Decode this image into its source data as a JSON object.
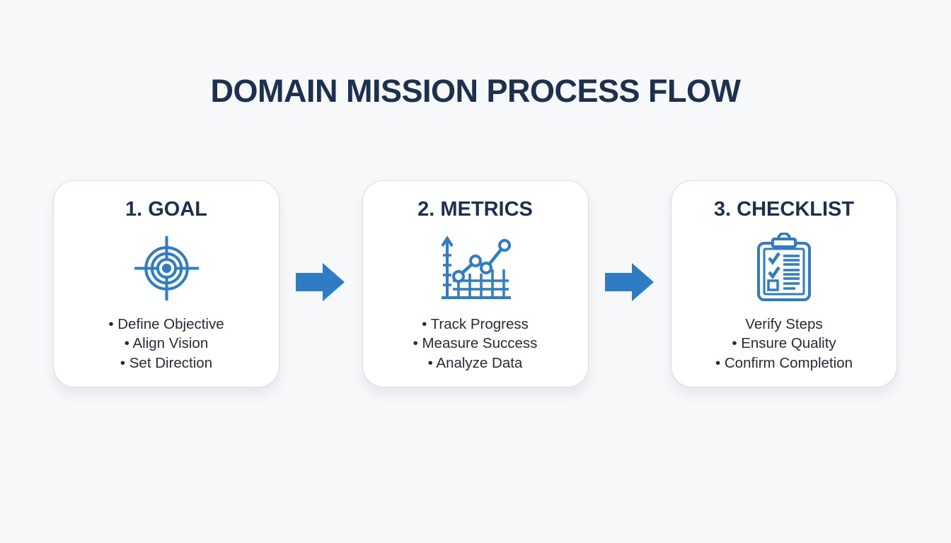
{
  "title": "DOMAIN MISSION PROCESS FLOW",
  "colors": {
    "background": "#f7f8fa",
    "card_background": "#ffffff",
    "card_border": "#d9dde3",
    "heading_navy": "#1c3050",
    "body_text": "#232c38",
    "accent_blue": "#2e7dc4"
  },
  "steps": [
    {
      "heading": "1. GOAL",
      "icon": "target-icon",
      "items": [
        "• Define Objective",
        "• Align Vision",
        "• Set Direction"
      ]
    },
    {
      "heading": "2. METRICS",
      "icon": "line-chart-icon",
      "items": [
        "• Track Progress",
        "• Measure Success",
        "• Analyze Data"
      ]
    },
    {
      "heading": "3. CHECKLIST",
      "icon": "clipboard-checklist-icon",
      "items": [
        "Verify Steps",
        "• Ensure Quality",
        "• Confirm Completion"
      ]
    }
  ],
  "connectors": [
    "arrow-right",
    "arrow-right"
  ]
}
